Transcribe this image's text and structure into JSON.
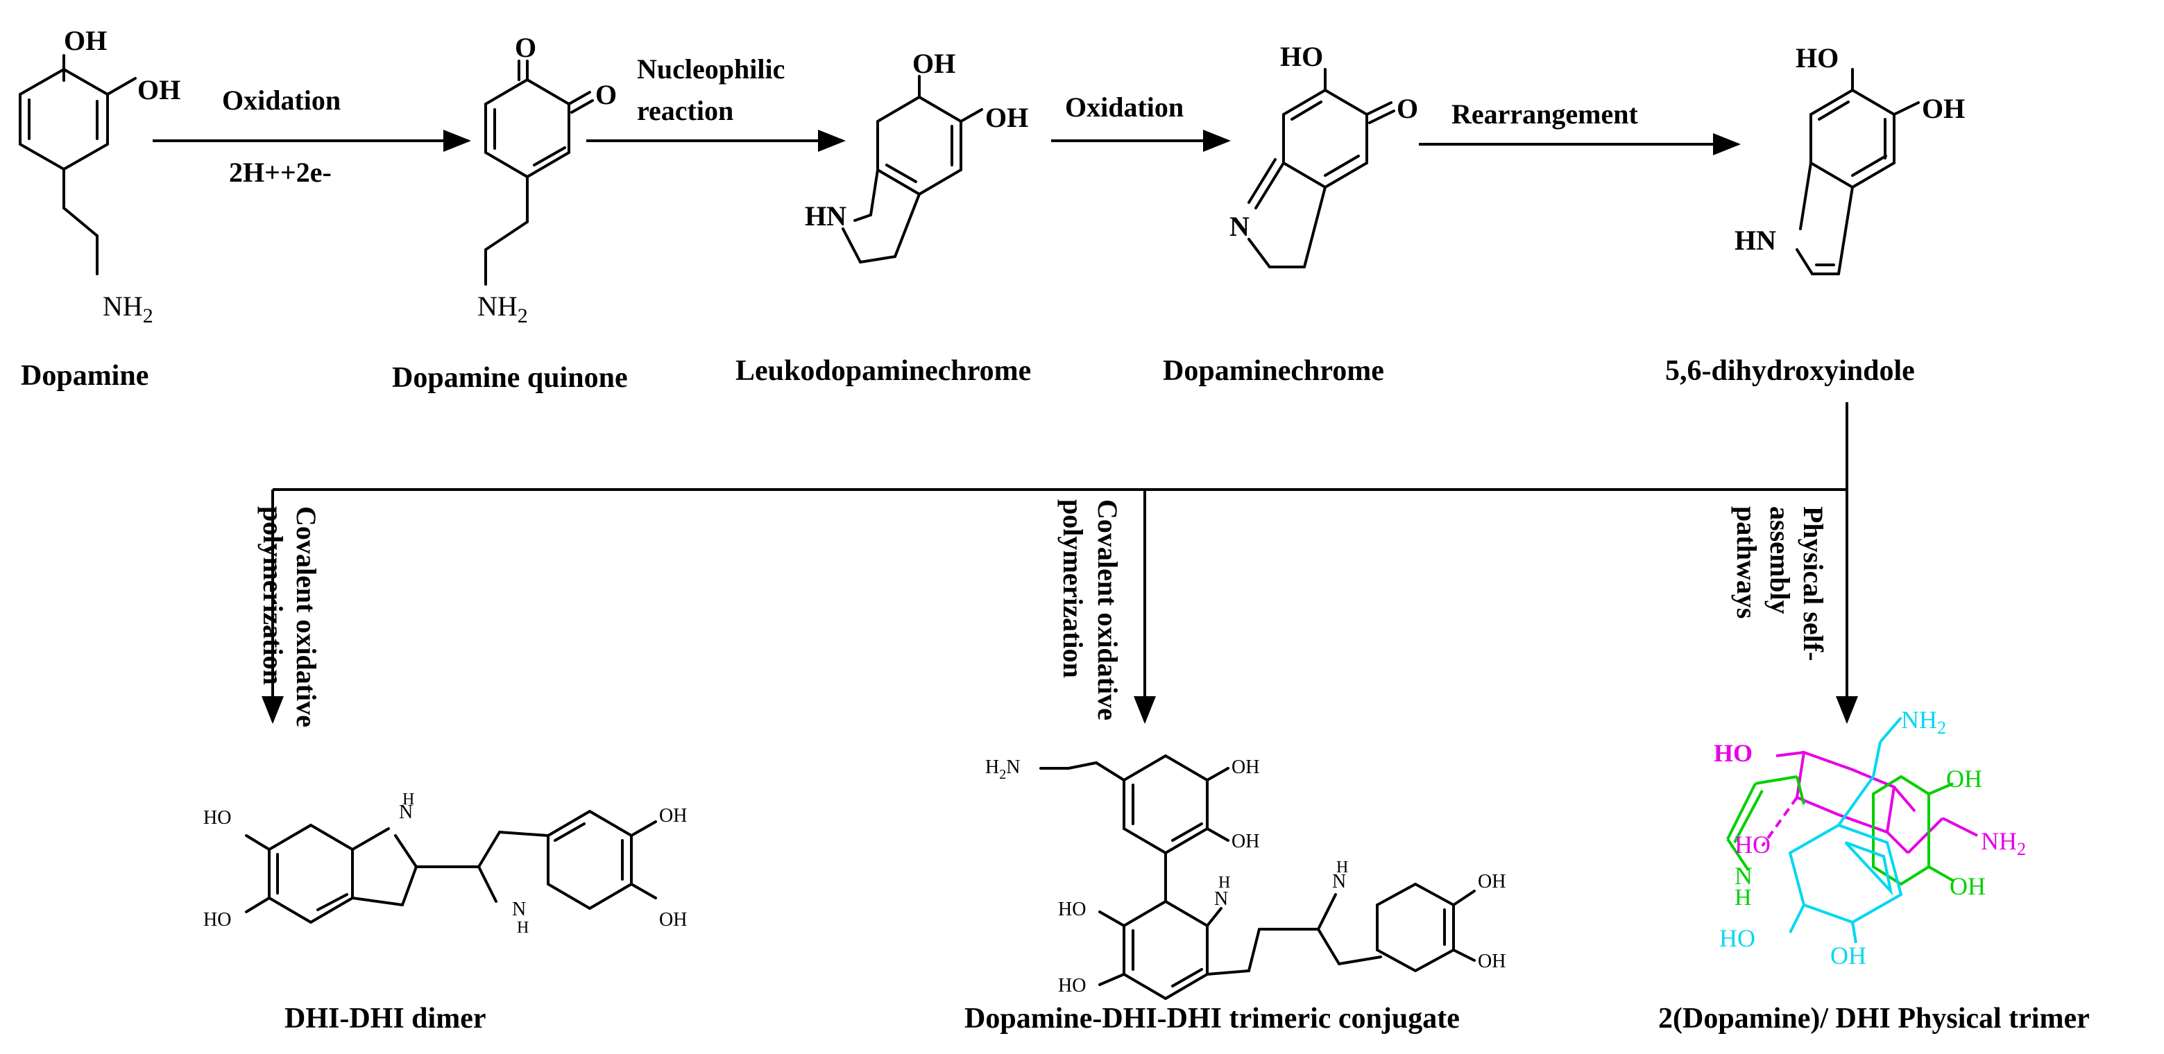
{
  "compounds": {
    "dopamine": "Dopamine",
    "dopamine_quinone": "Dopamine quinone",
    "leukodopaminechrome": "Leukodopaminechrome",
    "dopaminechrome": "Dopaminechrome",
    "dhi": "5,6-dihydroxyindole",
    "dimer": "DHI-DHI dimer",
    "trimeric": "Dopamine-DHI-DHI trimeric conjugate",
    "physical_trimer": "2(Dopamine)/ DHI Physical trimer"
  },
  "steps": {
    "oxidation1": "Oxidation",
    "oxidation1_sub": "2H++2e-",
    "nucleophilic_line1": "Nucleophilic",
    "nucleophilic_line2": "reaction",
    "oxidation2": "Oxidation",
    "rearrangement": "Rearrangement"
  },
  "pathways": {
    "covalent1_line1": "Covalent oxidative",
    "covalent1_line2": "polymerization",
    "covalent2_line1": "Covalent oxidative",
    "covalent2_line2": "polymerization",
    "physical_line1": "Physical self-",
    "physical_line2": "assembly",
    "physical_line3": "pathways"
  },
  "atoms": {
    "oh": "OH",
    "ho": "HO",
    "o": "O",
    "nh2": "NH",
    "sub2": "2",
    "hn": "HN",
    "n": "N",
    "nh": "NH",
    "h": "H",
    "h2n": "H",
    "h2n_tail": "N"
  },
  "colors": {
    "ink": "#000000",
    "magenta": "#e600e6",
    "green": "#00d000",
    "cyan": "#00d8f0"
  }
}
